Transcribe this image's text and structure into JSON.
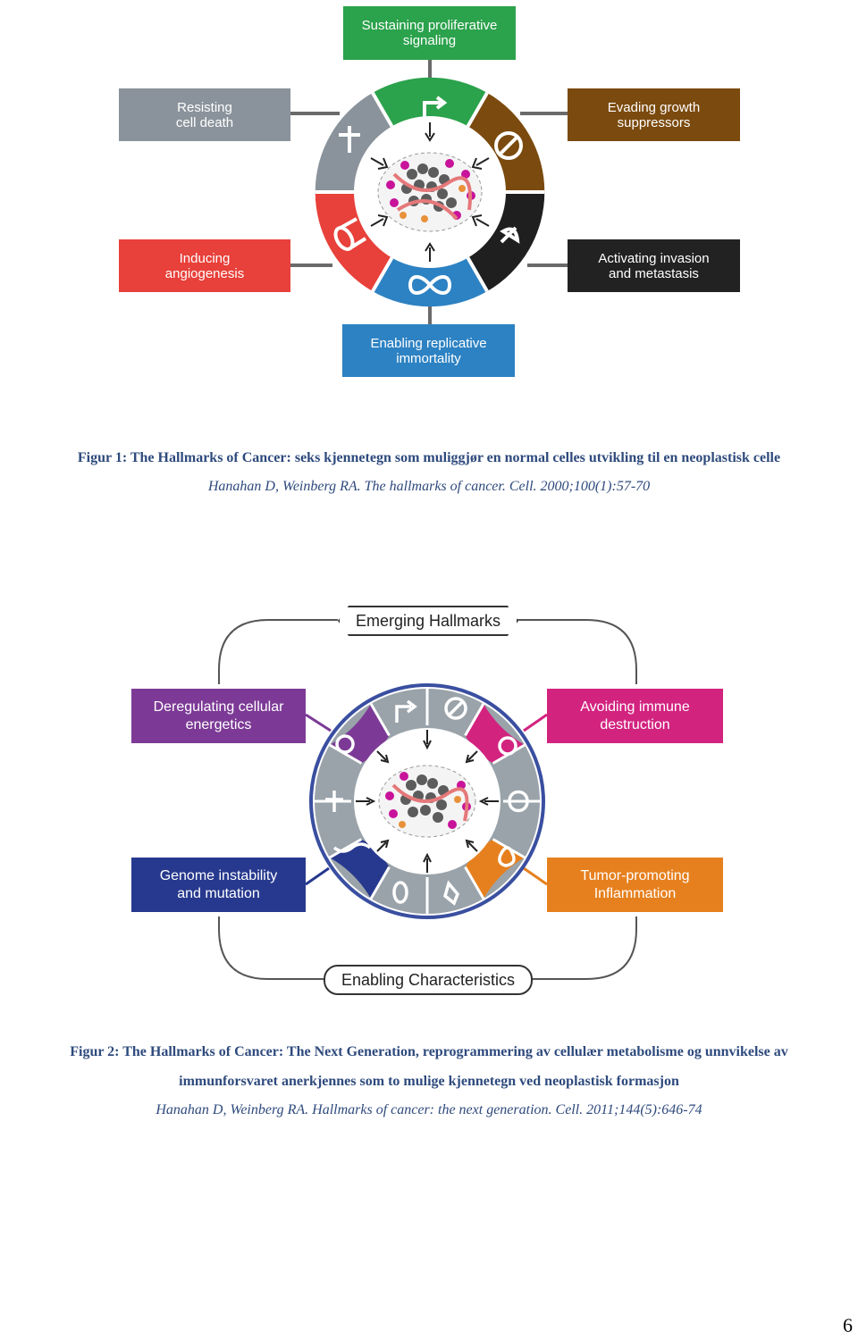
{
  "figure1": {
    "boxes": {
      "top": {
        "label": "Sustaining proliferative\nsignaling",
        "color": "#2ba24c"
      },
      "left_top": {
        "label": "Resisting\ncell death",
        "color": "#8a939b"
      },
      "right_top": {
        "label": "Evading growth\nsuppressors",
        "color": "#7b4a0e"
      },
      "left_bottom": {
        "label": "Inducing\nangiogenesis",
        "color": "#e8403a"
      },
      "right_bottom": {
        "label": "Activating invasion\nand metastasis",
        "color": "#222222"
      },
      "bottom": {
        "label": "Enabling replicative\nimmortality",
        "color": "#2d82c3"
      }
    },
    "icons": [
      "arrow-icon",
      "stop-icon",
      "rocket-icon",
      "infinity-icon",
      "blood-vessel-icon",
      "cross-icon"
    ],
    "caption": "Figur 1: The Hallmarks of Cancer: seks kjennetegn som muliggjør en normal celles utvikling til en neoplastisk celle",
    "reference": "Hanahan D, Weinberg RA. The hallmarks of cancer. Cell. 2000;100(1):57-70"
  },
  "figure2": {
    "emerging": "Emerging Hallmarks",
    "enabling": "Enabling Characteristics",
    "boxes": {
      "left_top": {
        "label": "Deregulating cellular\nenergetics",
        "color": "#7c3a96"
      },
      "right_top": {
        "label": "Avoiding immune\ndestruction",
        "color": "#d2237f"
      },
      "left_bottom": {
        "label": "Genome instability\nand mutation",
        "color": "#27398e"
      },
      "right_bottom": {
        "label": "Tumor-promoting\nInflammation",
        "color": "#e6801e"
      }
    },
    "caption_line1": "Figur 2: The Hallmarks of Cancer: The Next Generation, reprogrammering av cellulær metabolisme og unnvikelse av",
    "caption_line2": "immunforsvaret anerkjennes som to mulige kjennetegn ved neoplastisk formasjon",
    "reference": "Hanahan D, Weinberg RA. Hallmarks of cancer: the next generation. Cell. 2011;144(5):646-74"
  },
  "page_number": "6"
}
